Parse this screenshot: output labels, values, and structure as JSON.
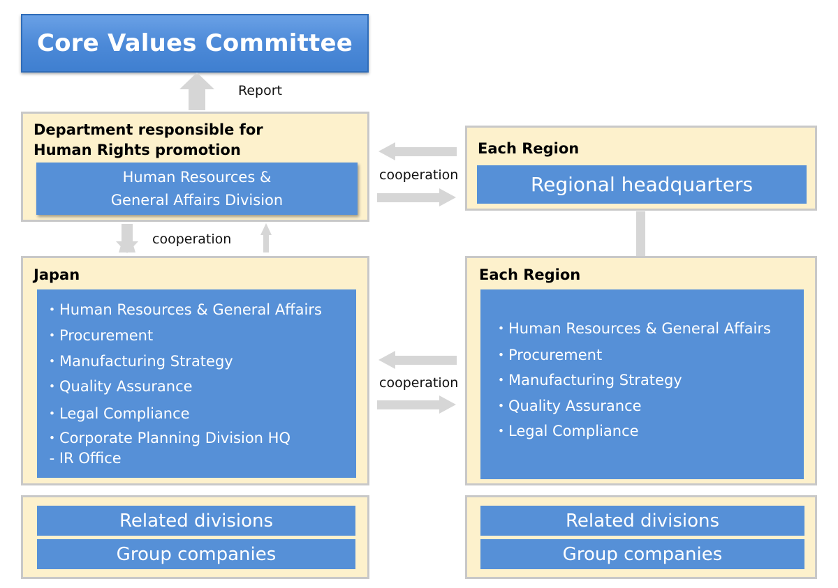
{
  "committee": {
    "title": "Core Values Committee"
  },
  "report_label": "Report",
  "cooperation_label": "cooperation",
  "department": {
    "heading_line1": "Department responsible for",
    "heading_line2": "Human Rights promotion",
    "division_line1": "Human Resources &",
    "division_line2": "General Affairs Division"
  },
  "region_hq": {
    "heading": "Each Region",
    "box": "Regional headquarters"
  },
  "japan": {
    "heading": "Japan",
    "items": [
      "・Human Resources & General Affairs",
      "・Procurement",
      "・Manufacturing Strategy",
      "・Quality Assurance",
      "・Legal Compliance",
      "・Corporate Planning Division HQ",
      " - IR Office"
    ]
  },
  "region": {
    "heading": "Each Region",
    "items": [
      "・Human Resources & General Affairs",
      "・Procurement",
      "・Manufacturing Strategy",
      "・Quality Assurance",
      "・Legal Compliance"
    ]
  },
  "left_bottom": {
    "related": "Related divisions",
    "group": "Group companies"
  },
  "right_bottom": {
    "related": "Related divisions",
    "group": "Group companies"
  },
  "colors": {
    "panel_bg": "#fdf1cc",
    "blue": "#5690d7",
    "arrow": "#d6d6d6",
    "border": "#c8c8c8"
  }
}
